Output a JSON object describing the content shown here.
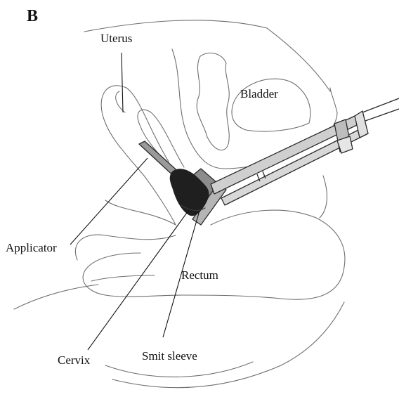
{
  "panel_label": "B",
  "labels": {
    "uterus": "Uterus",
    "bladder": "Bladder",
    "applicator": "Applicator",
    "rectum": "Rectum",
    "cervix": "Cervix",
    "smit_sleeve": "Smit sleeve"
  }
}
